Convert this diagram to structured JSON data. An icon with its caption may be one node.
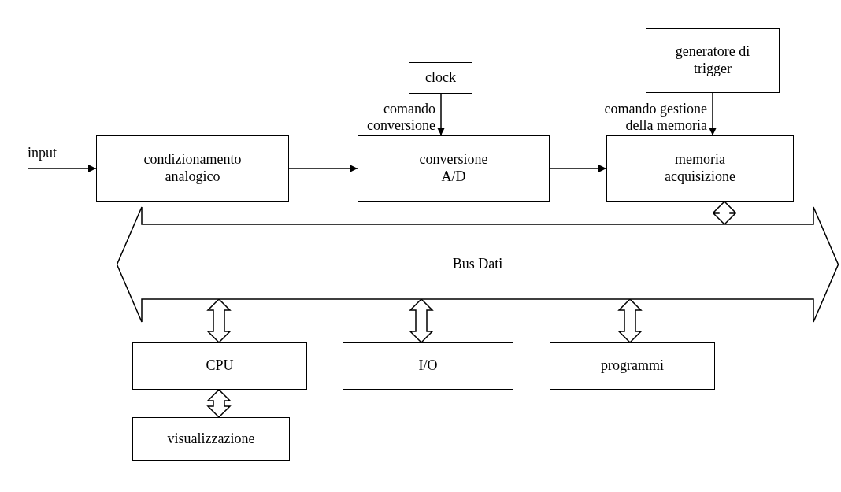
{
  "diagram": {
    "nodes": [
      {
        "text": [
          "clock"
        ]
      },
      {
        "text": [
          "generatore di trigger"
        ]
      },
      {
        "text": [
          "input"
        ]
      },
      {
        "text": [
          "condizionamento analogico"
        ]
      },
      {
        "text": [
          "conversione A/D"
        ]
      },
      {
        "text": [
          "memoria acquisizione"
        ]
      },
      {
        "text": [
          "Bus Dati"
        ]
      },
      {
        "text": [
          "CPU"
        ]
      },
      {
        "text": [
          "I/O"
        ]
      },
      {
        "text": [
          "programmi"
        ]
      },
      {
        "text": [
          "visualizzazione"
        ]
      }
    ],
    "edges": [
      {
        "from": 2,
        "to": 3,
        "arrow": "to"
      },
      {
        "from": 3,
        "to": 4,
        "arrow": "to"
      },
      {
        "from": 0,
        "to": 4,
        "arrow": "to",
        "label": "comando conversione"
      },
      {
        "from": 4,
        "to": 5,
        "arrow": "to"
      },
      {
        "from": 1,
        "to": 5,
        "arrow": "to",
        "label": "comando gestione della memoria"
      },
      {
        "from": 5,
        "to": 6,
        "arrow": "both",
        "style": "thick"
      },
      {
        "from": 6,
        "to": 7,
        "arrow": "both",
        "style": "thick"
      },
      {
        "from": 6,
        "to": 8,
        "arrow": "both",
        "style": "thick"
      },
      {
        "from": 6,
        "to": 9,
        "arrow": "both",
        "style": "thick"
      },
      {
        "from": 7,
        "to": 10,
        "arrow": "both",
        "style": "thick"
      }
    ]
  }
}
